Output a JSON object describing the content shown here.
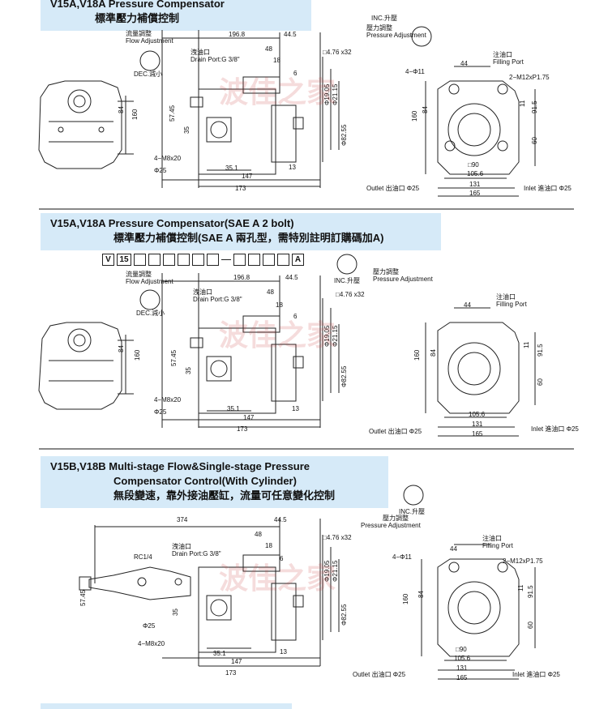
{
  "section1": {
    "title_en": "V15A,V18A Pressure Compensator",
    "title_zh": "標準壓力補償控制",
    "labels": {
      "flow_adjust_zh": "流量調整",
      "flow_adjust_en": "Flow Adjustment",
      "dec": "DEC.減小",
      "inc": "INC.升壓",
      "drain_zh": "洩油口",
      "drain_en": "Drain Port:G 3/8\"",
      "pressure_zh": "壓力調整",
      "pressure_en": "Pressure Adjustment",
      "filling_zh": "注油口",
      "filling_en": "Filling Port",
      "outlet": "Outlet 出油口 Φ25",
      "inlet": "Inlet 進油口 Φ25",
      "m8": "4−M8x20",
      "phi25": "Φ25",
      "phi11": "4−Φ11",
      "m12": "2−M12xP1.75",
      "key": "□4.76 x32"
    },
    "dims": {
      "d196": "196.8",
      "d445": "44.5",
      "d48": "48",
      "d18": "18",
      "d6": "6",
      "d84": "84",
      "d160": "160",
      "d5745": "57.45",
      "d35": "35",
      "d351": "35.1",
      "d147": "147",
      "d173": "173",
      "d13": "13",
      "phi19": "Φ19.05",
      "phi21": "Φ21.15",
      "phi82": "Φ82.55",
      "d44": "44",
      "d915": "91.5",
      "d11": "11",
      "d60": "60",
      "sq90": "□90",
      "d1056": "105.6",
      "d131": "131",
      "d165": "165"
    }
  },
  "section2": {
    "title_en": "V15A,V18A Pressure Compensator(SAE A 2 bolt)",
    "title_zh": "標準壓力補償控制(SAE A 兩孔型，需特別註明訂購碼加A)",
    "code": [
      "V",
      "15",
      "",
      "",
      "",
      "",
      "",
      "",
      "",
      "",
      "",
      "",
      "A"
    ],
    "labels": {
      "flow_adjust_zh": "流量調整",
      "flow_adjust_en": "Flow Adjustment",
      "dec": "DEC.減小",
      "inc": "INC.升壓",
      "drain_zh": "洩油口",
      "drain_en": "Drain Port:G 3/8\"",
      "pressure_zh": "壓力調整",
      "pressure_en": "Pressure Adjustment",
      "filling_zh": "注油口",
      "filling_en": "Filling Port",
      "outlet": "Outlet 出油口 Φ25",
      "inlet": "Inlet 進油口 Φ25",
      "m8": "4−M8x20",
      "phi25": "Φ25",
      "key": "□4.76 x32"
    },
    "dims": {
      "d196": "196.8",
      "d445": "44.5",
      "d48": "48",
      "d18": "18",
      "d6": "6",
      "d84": "84",
      "d160": "160",
      "d5745": "57.45",
      "d35": "35",
      "d351": "35.1",
      "d147": "147",
      "d173": "173",
      "d13": "13",
      "phi19": "Φ19.05",
      "phi21": "Φ21.15",
      "phi82": "Φ82.55",
      "d44": "44",
      "d915": "91.5",
      "d11": "11",
      "d60": "60",
      "d1056": "105.6",
      "d131": "131",
      "d165": "165"
    }
  },
  "section3": {
    "title_en1": "V15B,V18B Multi-stage Flow&Single-stage Pressure",
    "title_en2": "Compensator Control(With Cylinder)",
    "title_zh": "無段變速，靠外接油壓缸，流量可任意變化控制",
    "labels": {
      "inc": "INC.升壓",
      "drain_zh": "洩油口",
      "drain_en": "Drain Port:G 3/8\"",
      "pressure_zh": "壓力調整",
      "pressure_en": "Pressure Adjustment",
      "filling_zh": "注油口",
      "filling_en": "Filling Port",
      "rc": "RC1/4",
      "outlet": "Outlet 出油口 Φ25",
      "inlet": "Inlet 進油口 Φ25",
      "m8": "4−M8x20",
      "phi25": "Φ25",
      "phi11": "4−Φ11",
      "m12": "2−M12xP1.75",
      "key": "□4.76 x32"
    },
    "dims": {
      "d374": "374",
      "d445": "44.5",
      "d48": "48",
      "d18": "18",
      "d6": "6",
      "d5745": "57.45",
      "d35": "35",
      "d351": "35.1",
      "d147": "147",
      "d173": "173",
      "d13": "13",
      "phi19": "Φ19.05",
      "phi21": "Φ21.15",
      "phi82": "Φ82.55",
      "d44": "44",
      "d84": "84",
      "d160": "160",
      "d915": "91.5",
      "d11": "11",
      "d60": "60",
      "sq90": "□90",
      "d1056": "105.6",
      "d131": "131",
      "d165": "165"
    }
  },
  "watermark": "波佳之家",
  "colors": {
    "title_bg": "#d6eaf8",
    "line": "#222222",
    "watermark": "#c83c3c"
  }
}
